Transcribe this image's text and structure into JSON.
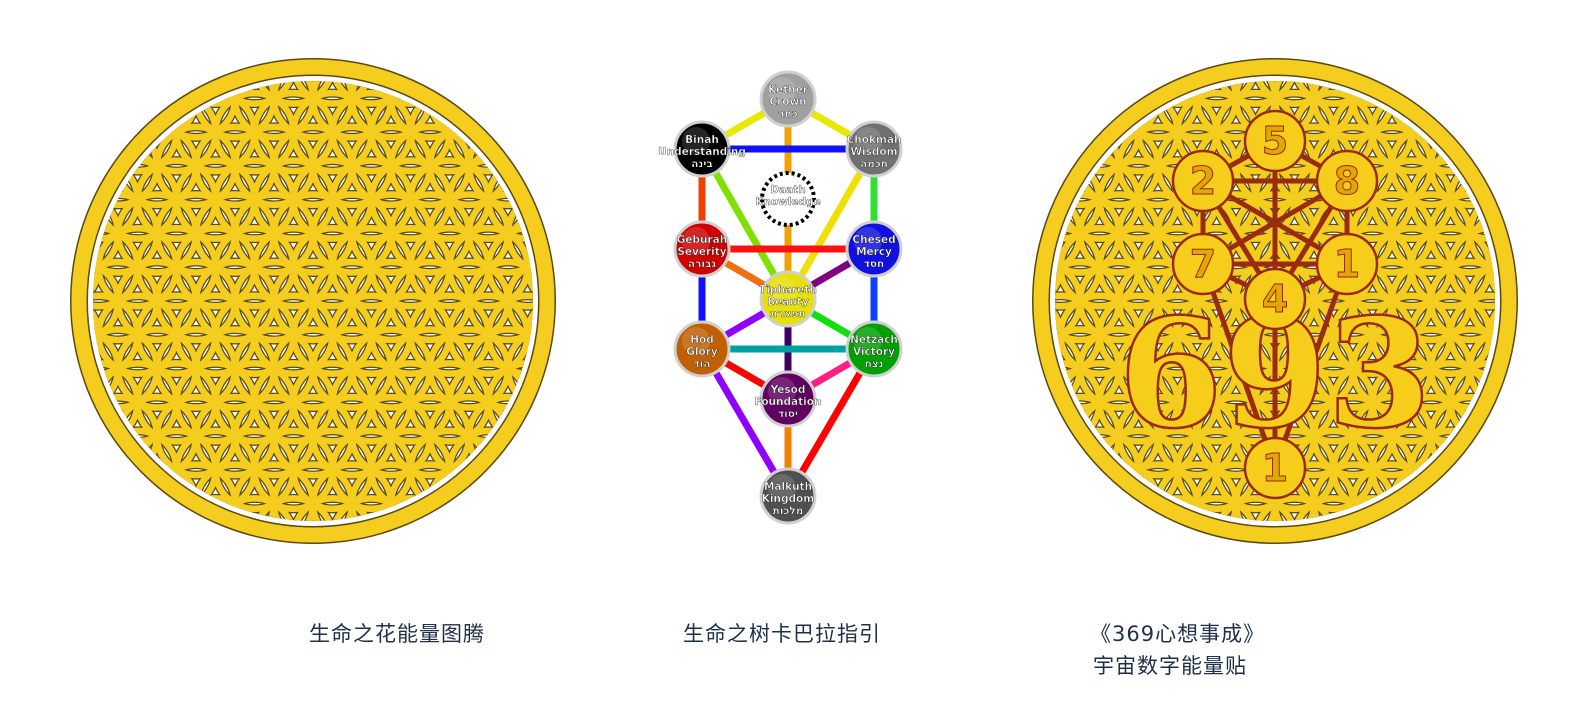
{
  "captions": {
    "flower": "生命之花能量图腾",
    "tree": "生命之树卡巴拉指引",
    "cosmic_line1": "《369心想事成》",
    "cosmic_line2": "宇宙数字能量贴"
  },
  "tree_of_life": {
    "sefirot": [
      {
        "id": "kether",
        "name": "Kether",
        "meaning": "Crown",
        "hebrew": "כתר",
        "color": "#a0a0a0"
      },
      {
        "id": "binah",
        "name": "Binah",
        "meaning": "Understanding",
        "hebrew": "בינה",
        "color": "#000000"
      },
      {
        "id": "chokmah",
        "name": "Chokmah",
        "meaning": "Wisdom",
        "hebrew": "חכמה",
        "color": "#707070"
      },
      {
        "id": "daath",
        "name": "Daath",
        "meaning": "Knowledge",
        "hebrew": "",
        "color": "#ffffff"
      },
      {
        "id": "geburah",
        "name": "Geburah",
        "meaning": "Severity",
        "hebrew": "גבורה",
        "color": "#d00000"
      },
      {
        "id": "chesed",
        "name": "Chesed",
        "meaning": "Mercy",
        "hebrew": "חסד",
        "color": "#1010e0"
      },
      {
        "id": "tiphareth",
        "name": "Tiphareth",
        "meaning": "Beauty",
        "hebrew": "תפארת",
        "color": "#e8e000"
      },
      {
        "id": "hod",
        "name": "Hod",
        "meaning": "Glory",
        "hebrew": "הוד",
        "color": "#c06000"
      },
      {
        "id": "netzach",
        "name": "Netzach",
        "meaning": "Victory",
        "hebrew": "נצח",
        "color": "#00a000"
      },
      {
        "id": "yesod",
        "name": "Yesod",
        "meaning": "Foundation",
        "hebrew": "יסוד",
        "color": "#600060"
      },
      {
        "id": "malkuth",
        "name": "Malkuth",
        "meaning": "Kingdom",
        "hebrew": "מלכות",
        "color": "#505050"
      }
    ]
  },
  "cosmic_numbers": {
    "circle_numbers": [
      "5",
      "2",
      "8",
      "7",
      "1",
      "4",
      "1"
    ],
    "big_number": "693",
    "accent_gold": "#f7cd1c",
    "accent_red": "#9a2a10"
  },
  "colors": {
    "gold": "#f5cd1e",
    "outline": "#5a4a10",
    "caption": "#1f2f4a"
  }
}
